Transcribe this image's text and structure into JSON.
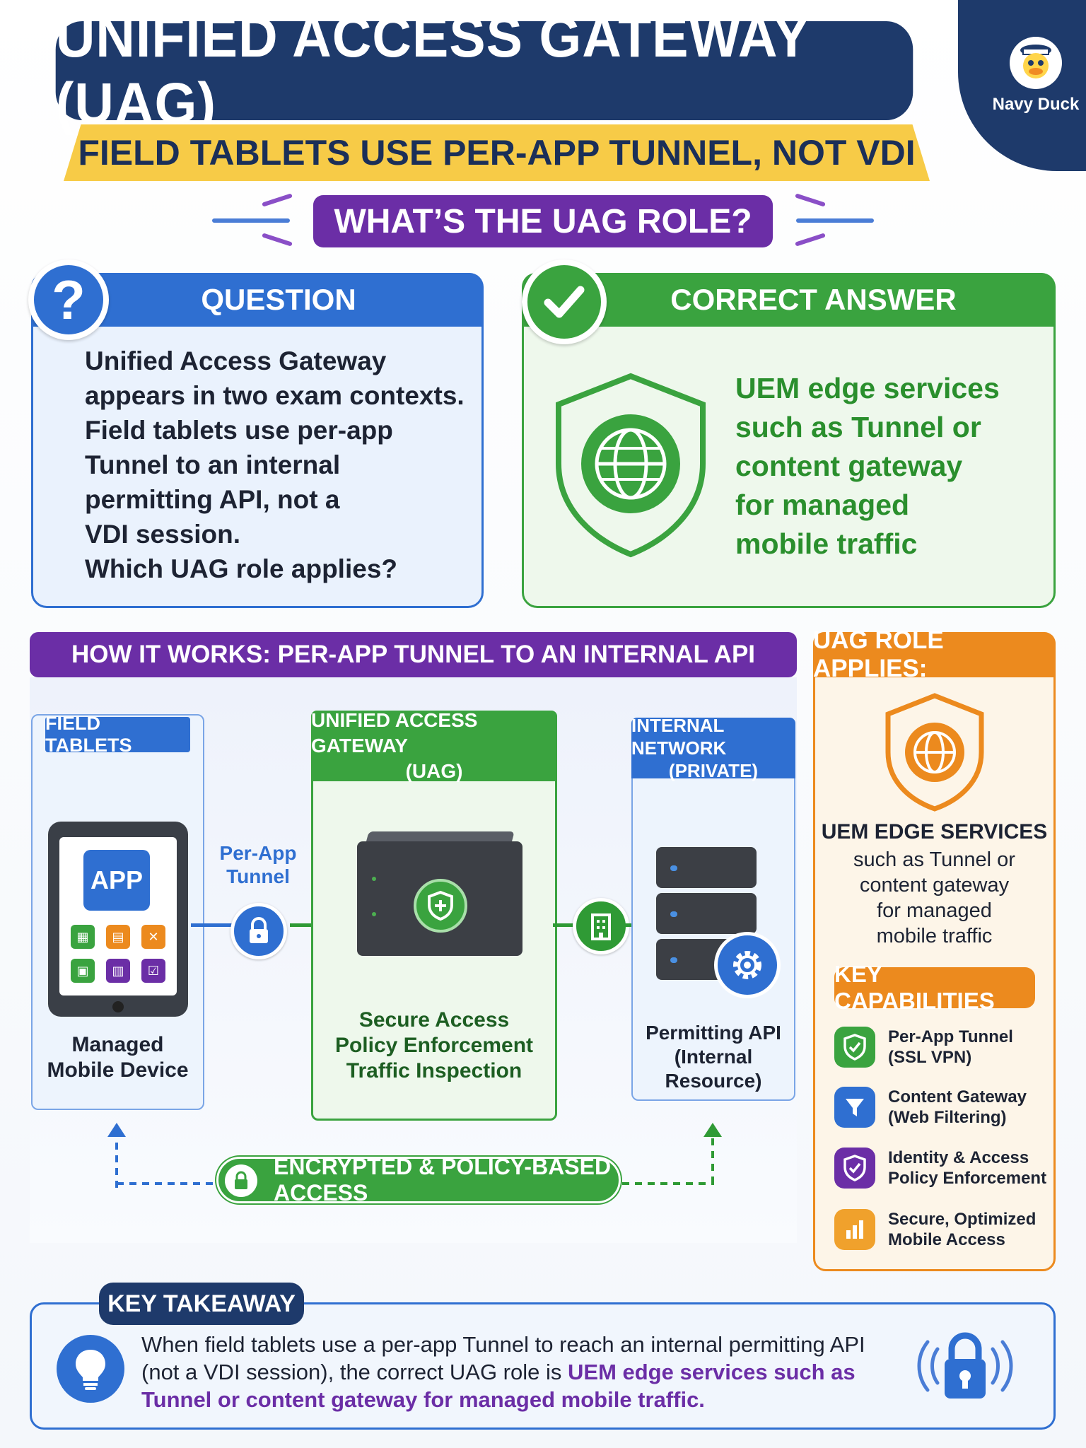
{
  "header": {
    "title": "UNIFIED ACCESS GATEWAY (UAG)",
    "subtitle": "FIELD TABLETS USE PER-APP TUNNEL, NOT VDI",
    "logo_name": "Navy Duck",
    "role_question": "WHAT’S THE UAG ROLE?"
  },
  "question": {
    "label": "QUESTION",
    "lines": [
      "Unified Access Gateway",
      "appears in two exam contexts.",
      "Field tablets use per-app",
      "Tunnel to an internal",
      "permitting API, not a",
      "VDI session.",
      "Which UAG role applies?"
    ]
  },
  "answer": {
    "label": "CORRECT ANSWER",
    "lines": [
      "UEM edge services",
      "such as Tunnel or",
      "content gateway",
      "for managed",
      "mobile traffic"
    ]
  },
  "how": {
    "title": "HOW IT WORKS: PER-APP TUNNEL TO AN INTERNAL API",
    "field_tablets": "FIELD TABLETS",
    "app_label": "APP",
    "device_caption": [
      "Managed",
      "Mobile Device"
    ],
    "tunnel_label": [
      "Per-App",
      "Tunnel"
    ],
    "uag_head": [
      "UNIFIED ACCESS GATEWAY",
      "(UAG)"
    ],
    "uag_caption": [
      "Secure Access",
      "Policy Enforcement",
      "Traffic Inspection"
    ],
    "internal_head": [
      "INTERNAL NETWORK",
      "(PRIVATE)"
    ],
    "internal_caption": [
      "Permitting API",
      "(Internal Resource)"
    ],
    "encrypted": "ENCRYPTED & POLICY-BASED ACCESS"
  },
  "role_applies": {
    "title": "UAG ROLE APPLIES:",
    "edge_title": "UEM EDGE SERVICES",
    "edge_lines": [
      "such as Tunnel or",
      "content gateway",
      "for managed",
      "mobile traffic"
    ],
    "key_caps": "KEY CAPABILITIES",
    "capabilities": [
      {
        "l1": "Per-App Tunnel",
        "l2": "(SSL VPN)",
        "color": "#3aa33f"
      },
      {
        "l1": "Content Gateway",
        "l2": "(Web Filtering)",
        "color": "#2f6fd1"
      },
      {
        "l1": "Identity & Access",
        "l2": "Policy Enforcement",
        "color": "#6b2ea6"
      },
      {
        "l1": "Secure, Optimized",
        "l2": "Mobile Access",
        "color": "#f0a12c"
      }
    ]
  },
  "takeaway": {
    "label": "KEY TAKEAWAY",
    "text_plain": "When field tablets use a per-app Tunnel to reach an internal permitting API (not a VDI session), the correct UAG role is ",
    "text_highlight": "UEM edge services such as Tunnel or content gateway for managed mobile traffic."
  },
  "colors": {
    "navy": "#1e3a6b",
    "yellow": "#f7cb47",
    "purple": "#6b2ea6",
    "blue": "#2f6fd1",
    "green": "#3aa33f",
    "orange": "#ec8a1e"
  }
}
